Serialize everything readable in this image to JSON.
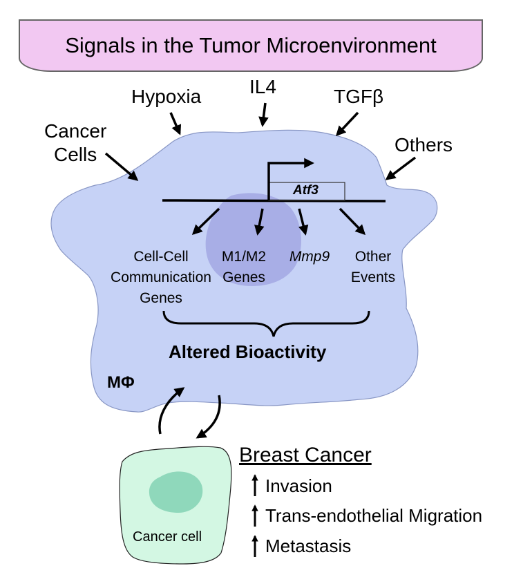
{
  "title": "Signals in the Tumor Microenvironment",
  "signals": {
    "hypoxia": "Hypoxia",
    "il4": "IL4",
    "tgfb": "TGFβ",
    "cancer_cells_line1": "Cancer",
    "cancer_cells_line2": "Cells",
    "others": "Others"
  },
  "gene": "Atf3",
  "targets": {
    "cell_cell": [
      "Cell-Cell",
      "Communication",
      "Genes"
    ],
    "m1m2": [
      "M1/M2",
      "Genes"
    ],
    "mmp9": "Mmp9",
    "other": [
      "Other",
      "Events"
    ]
  },
  "outcome": "Altered Bioactivity",
  "macrophage_label": "MΦ",
  "cancer_cell_label": "Cancer cell",
  "breast_cancer": {
    "title": "Breast Cancer",
    "items": [
      "Invasion",
      "Trans-endothelial Migration",
      "Metastasis"
    ]
  },
  "colors": {
    "banner": "#f2c8f2",
    "macrophage": "#c6d2f6",
    "nucleus": "#a8aee6",
    "cancer_cell": "#d3f7e3",
    "cancer_nucleus": "#8fd8bb"
  }
}
